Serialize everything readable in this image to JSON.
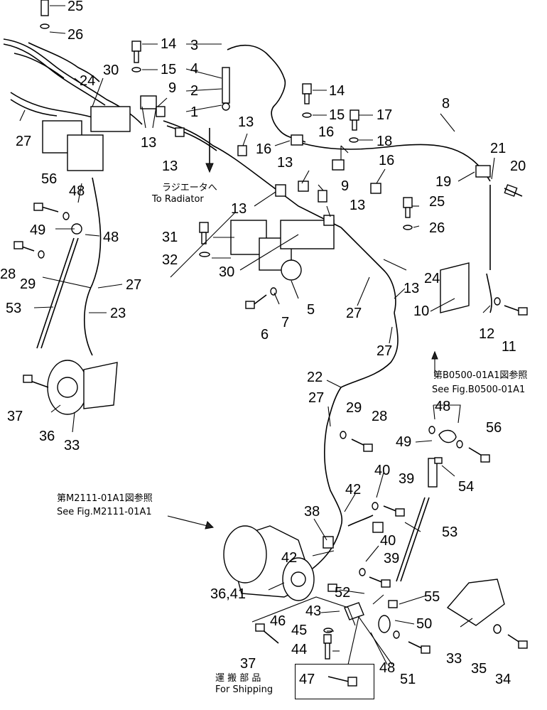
{
  "callouts": {
    "n1": "1",
    "n2": "2",
    "n3": "3",
    "n4": "4",
    "n5": "5",
    "n6": "6",
    "n7": "7",
    "n8": "8",
    "n9a": "9",
    "n9b": "9",
    "n10": "10",
    "n11": "11",
    "n12": "12",
    "n13a": "13",
    "n13b": "13",
    "n13c": "13",
    "n13d": "13",
    "n13e": "13",
    "n13f": "13",
    "n13g": "13",
    "n14a": "14",
    "n14b": "14",
    "n15a": "15",
    "n15b": "15",
    "n16a": "16",
    "n16b": "16",
    "n16c": "16",
    "n17": "17",
    "n18": "18",
    "n19": "19",
    "n20": "20",
    "n21": "21",
    "n22": "22",
    "n23": "23",
    "n24a": "24",
    "n24b": "24",
    "n25a": "25",
    "n25b": "25",
    "n26a": "26",
    "n26b": "26",
    "n27a": "27",
    "n27b": "27",
    "n27c": "27",
    "n27d": "27",
    "n27e": "27",
    "n28a": "28",
    "n28b": "28",
    "n29a": "29",
    "n29b": "29",
    "n30a": "30",
    "n30b": "30",
    "n31": "31",
    "n32": "32",
    "n33a": "33",
    "n33b": "33",
    "n34": "34",
    "n35": "35",
    "n36": "36",
    "n36_41": "36,41",
    "n37a": "37",
    "n37b": "37",
    "n38": "38",
    "n39a": "39",
    "n39b": "39",
    "n40a": "40",
    "n40b": "40",
    "n42a": "42",
    "n42b": "42",
    "n43": "43",
    "n44": "44",
    "n45": "45",
    "n46": "46",
    "n47": "47",
    "n48a": "48",
    "n48b": "48",
    "n48c": "48",
    "n48d": "48",
    "n49a": "49",
    "n49b": "49",
    "n50": "50",
    "n51": "51",
    "n52": "52",
    "n53a": "53",
    "n53b": "53",
    "n54": "54",
    "n55": "55",
    "n56a": "56",
    "n56b": "56"
  },
  "notes": {
    "to_radiator_jp": "ラジエータへ",
    "to_radiator_en": "To Radiator",
    "ref_b0500_jp": "第B0500-01A1図参照",
    "ref_b0500_en": "See Fig.B0500-01A1",
    "ref_m2111_jp": "第M2111-01A1図参照",
    "ref_m2111_en": "See Fig.M2111-01A1",
    "shipping_jp": "運 搬 部 品",
    "shipping_en": "For Shipping"
  }
}
